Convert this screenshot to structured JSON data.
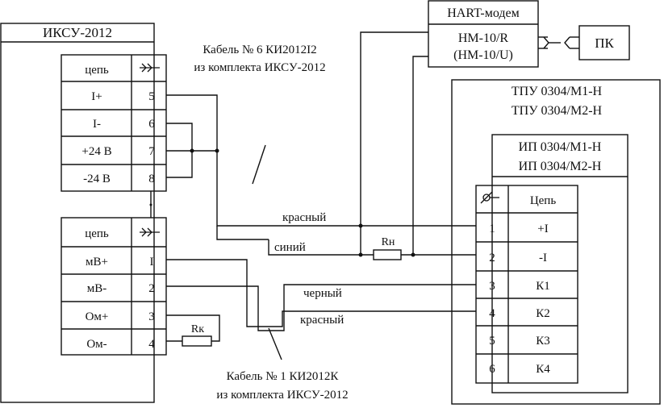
{
  "iksu": {
    "title": "ИКСУ-2012",
    "block1": {
      "header": "цепь",
      "header_symbol": "connector-symbol",
      "rows": [
        {
          "name": "I+",
          "pin": "5"
        },
        {
          "name": "I-",
          "pin": "6"
        },
        {
          "name": "+24 В",
          "pin": "7"
        },
        {
          "name": "-24 В",
          "pin": "8"
        }
      ]
    },
    "block2": {
      "header": "цепь",
      "header_symbol": "connector-symbol",
      "rows": [
        {
          "name": "мВ+",
          "pin": "I"
        },
        {
          "name": "мВ-",
          "pin": "2"
        },
        {
          "name": "Ом+",
          "pin": "3"
        },
        {
          "name": "Ом-",
          "pin": "4"
        }
      ]
    }
  },
  "cables": {
    "cable6_line1": "Кабель № 6 КИ2012I2",
    "cable6_line2": "из комплекта ИКСУ-2012",
    "cable1_line1": "Кабель № 1 КИ2012К",
    "cable1_line2": "из комплекта ИКСУ-2012"
  },
  "wires": {
    "red_top": "красный",
    "blue": "синий",
    "black": "черный",
    "red_bottom": "красный"
  },
  "resistors": {
    "rn": "Rн",
    "rk": "Rк"
  },
  "hart": {
    "title": "HART-модем",
    "model1": "НМ-10/R",
    "model2": "(НМ-10/U)"
  },
  "pc": {
    "label": "ПК"
  },
  "tpu": {
    "line1": "ТПУ 0304/М1-Н",
    "line2": "ТПУ 0304/М2-Н"
  },
  "ip": {
    "line1": "ИП 0304/М1-Н",
    "line2": "ИП 0304/М2-Н",
    "header": "Цепь",
    "header_symbol": "terminal-symbol",
    "rows": [
      {
        "pin": "1",
        "name": "+I"
      },
      {
        "pin": "2",
        "name": "-I"
      },
      {
        "pin": "3",
        "name": "К1"
      },
      {
        "pin": "4",
        "name": "К2"
      },
      {
        "pin": "5",
        "name": "К3"
      },
      {
        "pin": "6",
        "name": "К4"
      }
    ]
  }
}
